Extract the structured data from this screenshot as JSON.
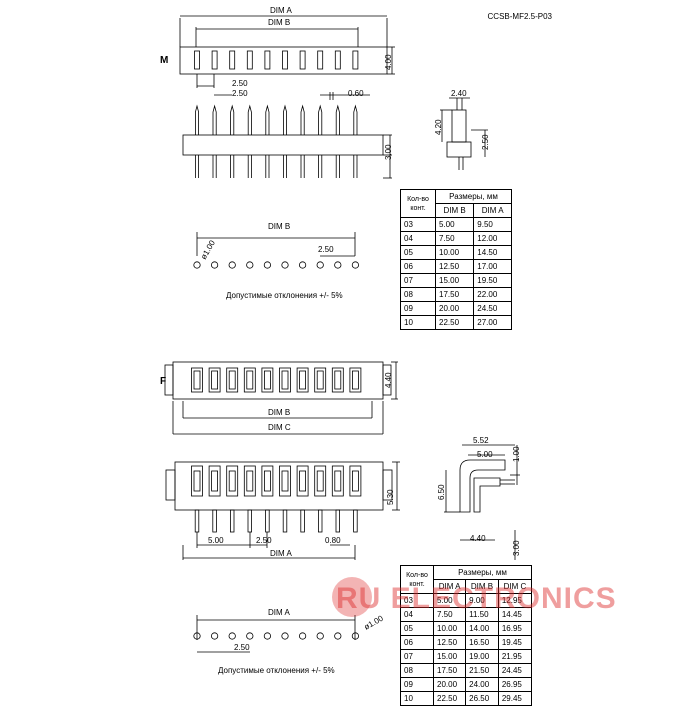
{
  "part_code": "CCSB-MF2.5-P03",
  "watermark": "RU ELECTRONICS",
  "top_view": {
    "label": "M",
    "dims": {
      "dim_a": "DIM A",
      "dim_b": "DIM B",
      "h_400": "4.00",
      "pitch": "2.50",
      "pitch2": "2.50",
      "pin_w": "0.60",
      "h_300": "3.00",
      "side_240": "2.40",
      "side_420": "4.20",
      "side_250": "2.50"
    },
    "footprint": {
      "dim_b": "DIM B",
      "hole": "ø1.00",
      "pitch": "2.50"
    },
    "tolerance": "Допустимые отклонения +/- 5%",
    "table": {
      "h_count": "Кол-во конт.",
      "h_sizes": "Размеры, мм",
      "h_dimb": "DIM B",
      "h_dima": "DIM A",
      "rows": [
        [
          "03",
          "5.00",
          "9.50"
        ],
        [
          "04",
          "7.50",
          "12.00"
        ],
        [
          "05",
          "10.00",
          "14.50"
        ],
        [
          "06",
          "12.50",
          "17.00"
        ],
        [
          "07",
          "15.00",
          "19.50"
        ],
        [
          "08",
          "17.50",
          "22.00"
        ],
        [
          "09",
          "20.00",
          "24.50"
        ],
        [
          "10",
          "22.50",
          "27.00"
        ]
      ]
    }
  },
  "bottom_view": {
    "label": "F",
    "dims": {
      "h_440": "4.40",
      "dim_b": "DIM B",
      "dim_c": "DIM C",
      "h_530": "5.30",
      "d_500": "5.00",
      "pitch": "2.50",
      "pin_w": "0.80",
      "dim_a": "DIM A",
      "s_552": "5.52",
      "s_500": "5.00",
      "s_100": "1.00",
      "s_650": "6.50",
      "s_440": "4.40",
      "s_300": "3.00"
    },
    "footprint": {
      "dim_a": "DIM A",
      "hole": "ø1.00",
      "pitch": "2.50"
    },
    "tolerance": "Допустимые отклонения +/- 5%",
    "table": {
      "h_count": "Кол-во конт.",
      "h_sizes": "Размеры, мм",
      "h_dima": "DIM A",
      "h_dimb": "DIM B",
      "h_dimc": "DIM C",
      "rows": [
        [
          "03",
          "5.00",
          "9.00",
          "12.95"
        ],
        [
          "04",
          "7.50",
          "11.50",
          "14.45"
        ],
        [
          "05",
          "10.00",
          "14.00",
          "16.95"
        ],
        [
          "06",
          "12.50",
          "16.50",
          "19.45"
        ],
        [
          "07",
          "15.00",
          "19.00",
          "21.95"
        ],
        [
          "08",
          "17.50",
          "21.50",
          "24.45"
        ],
        [
          "09",
          "20.00",
          "24.00",
          "26.95"
        ],
        [
          "10",
          "22.50",
          "26.50",
          "29.45"
        ]
      ]
    }
  }
}
